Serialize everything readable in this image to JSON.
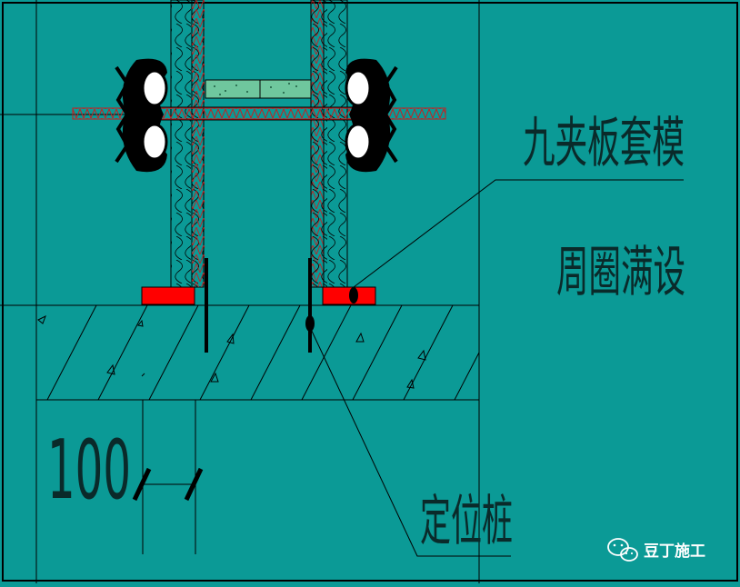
{
  "labels": {
    "formwork_line1": "九夹板套模",
    "formwork_line2": "周圈满设",
    "positioning_pile": "定位桩",
    "dimension": "100"
  },
  "watermark": {
    "text": "豆丁施工",
    "icon": "wechat-icon"
  },
  "colors": {
    "background": "#0b9a96",
    "line": "#000000",
    "fill_red": "#ff0000",
    "hatch": "#c81e1e"
  }
}
